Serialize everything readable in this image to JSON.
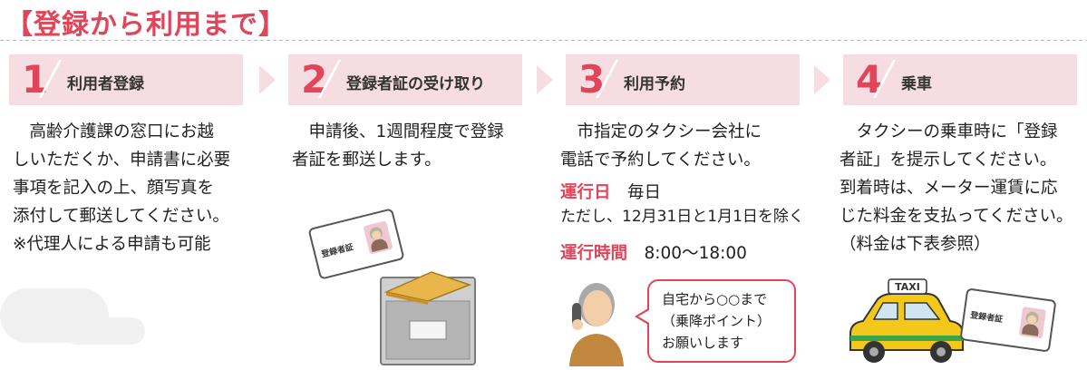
{
  "title": "【登録から利用まで】",
  "steps": [
    {
      "number": "1",
      "label": "利用者登録"
    },
    {
      "number": "2",
      "label": "登録者証の受け取り"
    },
    {
      "number": "3",
      "label": "利用予約"
    },
    {
      "number": "4",
      "label": "乗車"
    }
  ],
  "step1": {
    "lines": [
      "　高齢介護課の窓口にお越",
      "しいただくか、申請書に必要",
      "事項を記入の上、顔写真を",
      "添付して郵送してください。",
      "※代理人による申請も可能"
    ]
  },
  "step2": {
    "lines": [
      "　申請後、1週間程度で登録",
      "者証を郵送します。"
    ],
    "card_text": "登録者証"
  },
  "step3": {
    "lines": [
      "　市指定のタクシー会社に",
      "電話で予約してください。"
    ],
    "days_label": "運行日",
    "days_value": "毎日",
    "days_note": "ただし、12月31日と1月1日を除く",
    "hours_label": "運行時間",
    "hours_value": "8:00〜18:00",
    "bubble": [
      "自宅から○○まで",
      "（乗降ポイント）",
      "お願いします"
    ]
  },
  "step4": {
    "lines": [
      "　タクシーの乗車時に「登録",
      "者証」を提示してください。",
      "到着時は、メーター運賃に応",
      "じた料金を支払ってください。",
      "（料金は下表参照）"
    ],
    "taxi_sign": "TAXI",
    "card_text": "登録者証"
  },
  "colors": {
    "accent": "#e0455a",
    "header_bg": "#f6dde2",
    "taxi": "#f4c81a"
  }
}
